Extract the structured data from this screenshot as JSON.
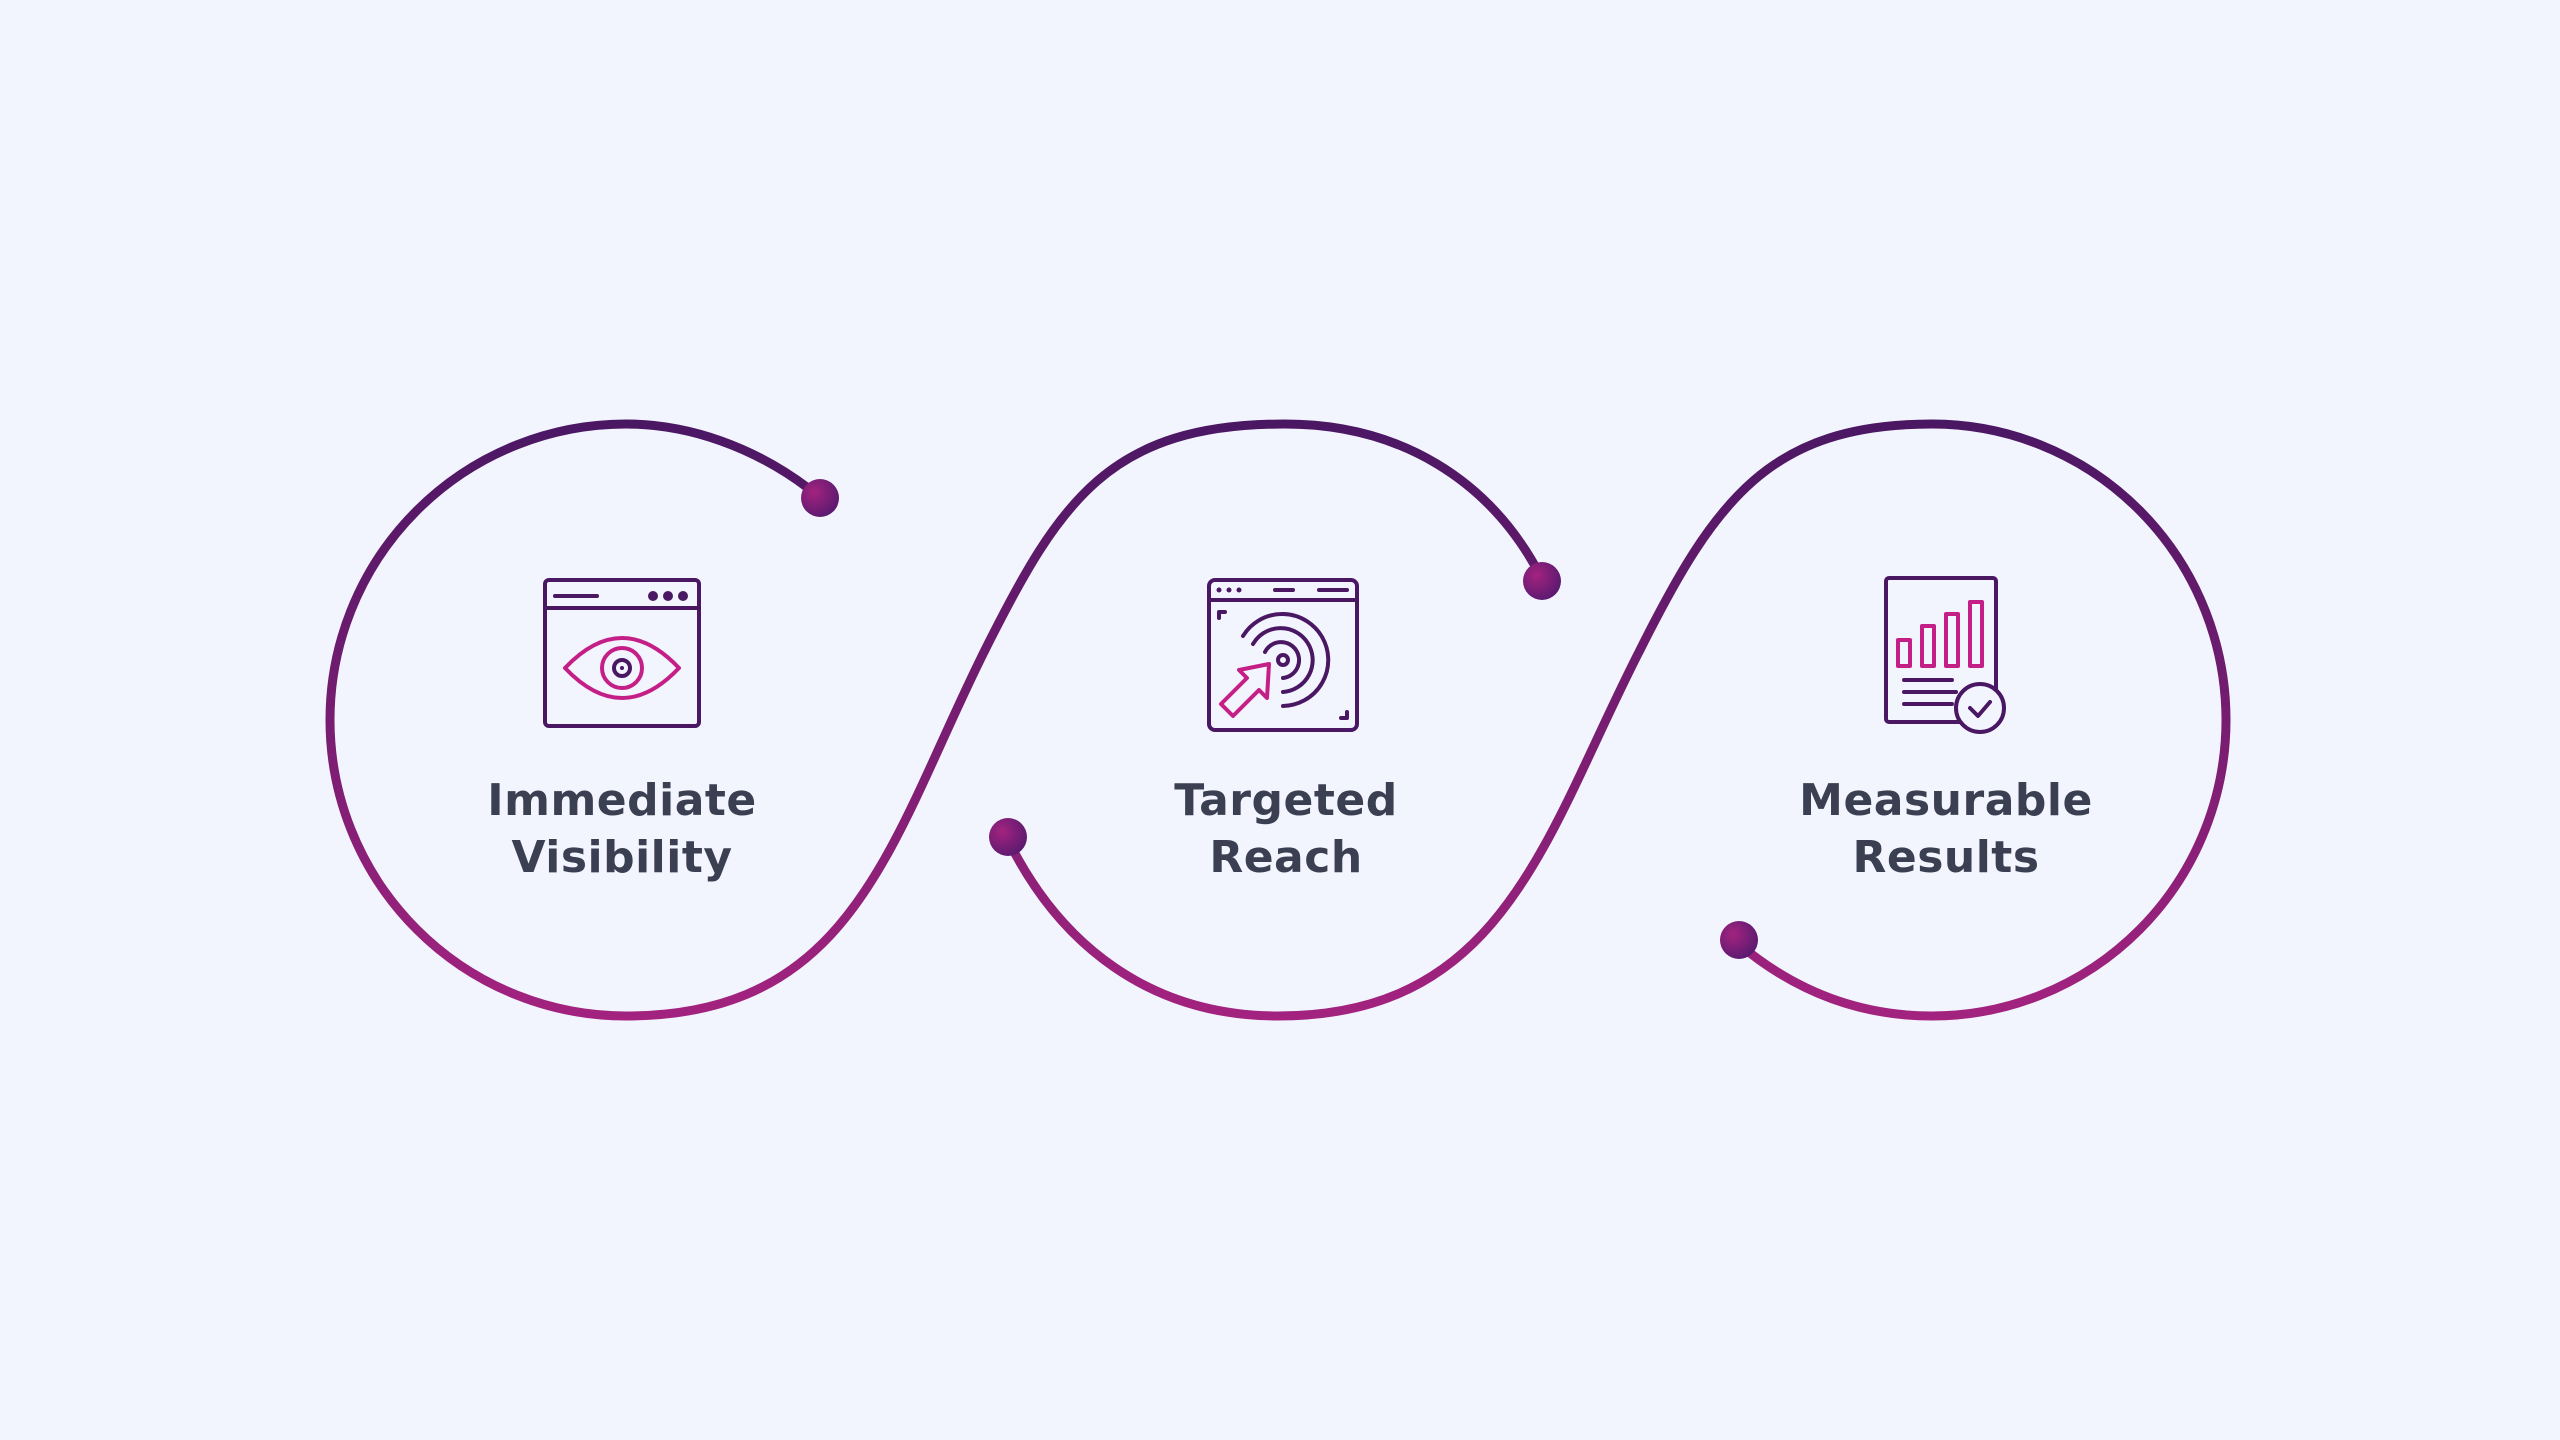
{
  "colors": {
    "background": "#f3f5fe",
    "path_dark": "#4a1763",
    "path_magenta": "#a3237f",
    "icon_outline": "#4a1763",
    "icon_accent": "#c41f86",
    "label_text": "#3b3f52"
  },
  "steps": [
    {
      "icon": "browser-eye-icon",
      "label_line1": "Immediate",
      "label_line2": "Visibility"
    },
    {
      "icon": "browser-target-cursor-icon",
      "label_line1": "Targeted",
      "label_line2": "Reach"
    },
    {
      "icon": "report-chart-check-icon",
      "label_line1": "Measurable",
      "label_line2": "Results"
    }
  ]
}
